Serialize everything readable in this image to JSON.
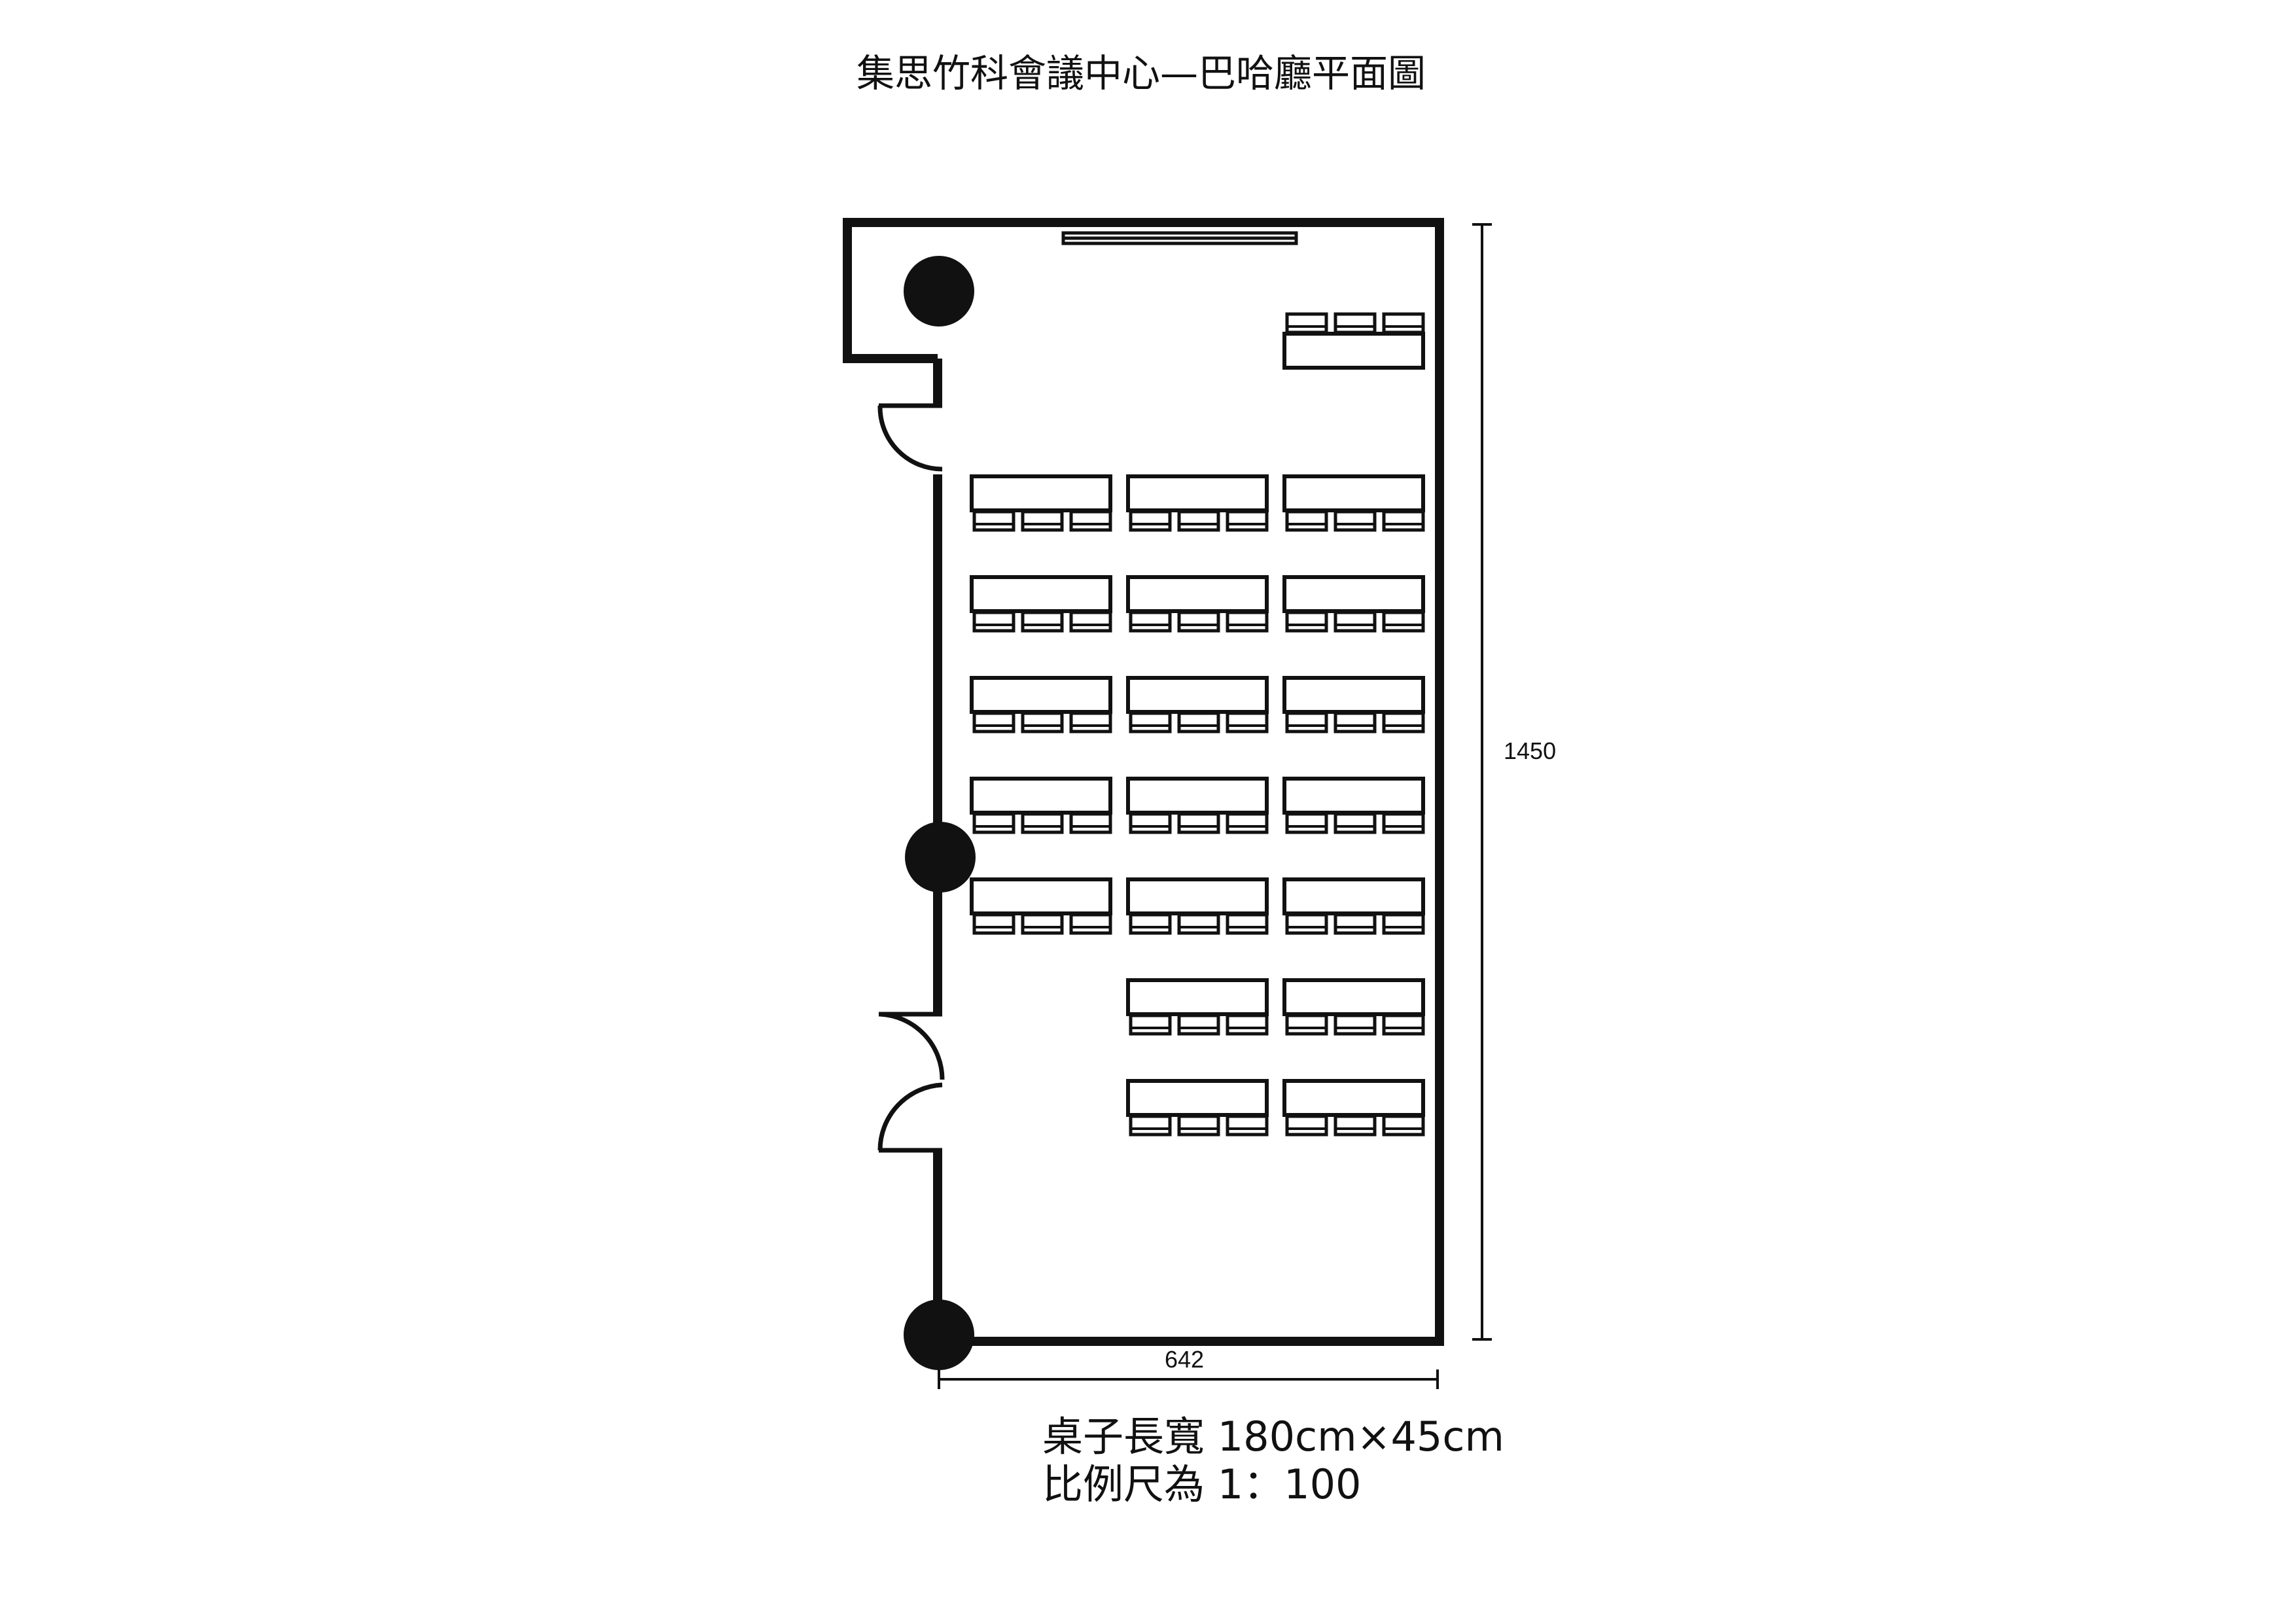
{
  "title": "集思竹科會議中心—巴哈廳平面圖",
  "dimensions": {
    "height_label": "1450",
    "width_label": "642"
  },
  "notes": {
    "table_size": "桌子長寬 180cm×45cm",
    "scale": "比例尺為 1：100"
  },
  "layout": {
    "table_rows": [
      [
        true,
        true,
        true
      ],
      [
        true,
        true,
        true
      ],
      [
        true,
        true,
        true
      ],
      [
        true,
        true,
        true
      ],
      [
        true,
        true,
        true
      ],
      [
        false,
        true,
        true
      ],
      [
        false,
        true,
        true
      ]
    ],
    "seats_per_table": 3,
    "columns": 3
  },
  "colors": {
    "line": "#111111",
    "background": "#ffffff"
  }
}
